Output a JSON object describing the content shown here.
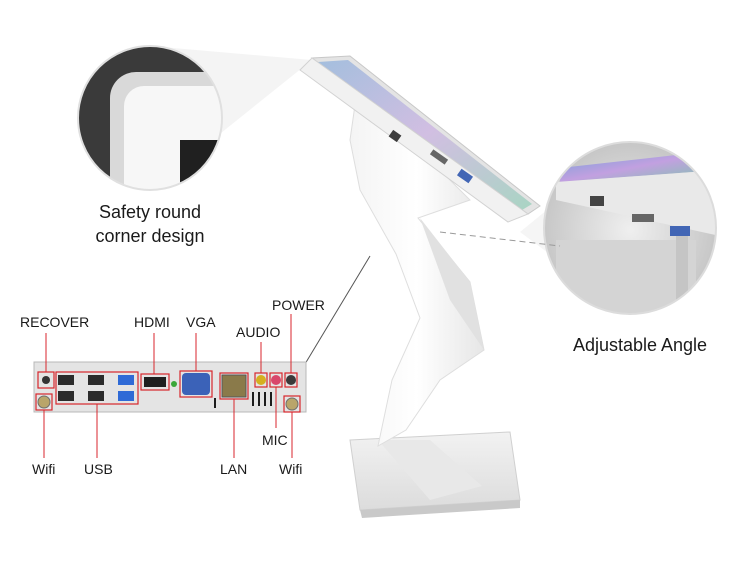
{
  "callouts": {
    "corner_line1": "Safety round",
    "corner_line2": "corner design",
    "angle": "Adjustable Angle"
  },
  "ports": {
    "recover": "RECOVER",
    "hdmi": "HDMI",
    "vga": "VGA",
    "audio": "AUDIO",
    "power": "POWER",
    "mic": "MIC",
    "wifi_left": "Wifi",
    "usb": "USB",
    "lan": "LAN",
    "wifi_right": "Wifi"
  }
}
